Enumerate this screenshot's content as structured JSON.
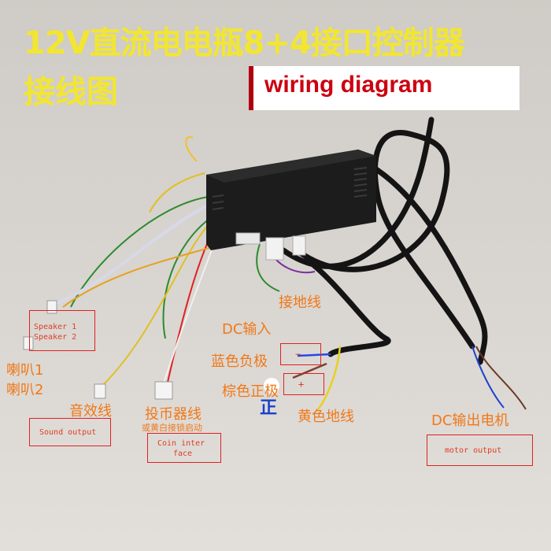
{
  "title": "12V直流电电瓶8+4接口控制器",
  "subtitle": "接线图",
  "banner": "wiring diagram",
  "labels": {
    "ground_wire": "接地线",
    "dc_input": "DC输入",
    "blue_negative": "蓝色负极",
    "brown_positive": "棕色正极",
    "yellow_ground": "黄色地线",
    "dc_output_motor": "DC输出电机",
    "speaker_1_cn": "喇叭1",
    "speaker_2_cn": "喇叭2",
    "sound_effect_wire": "音效线",
    "coin_wire": "投币器线",
    "coin_wire_note": "或黄白接锁启动",
    "positive_mark": "正"
  },
  "boxes": {
    "speaker_1": "Speaker 1",
    "speaker_2": "Speaker 2",
    "sound_output": "Sound output",
    "coin_interface_1": "Coin inter",
    "coin_interface_2": "face",
    "motor_output": "motor output",
    "minus": "−",
    "plus": "+"
  }
}
